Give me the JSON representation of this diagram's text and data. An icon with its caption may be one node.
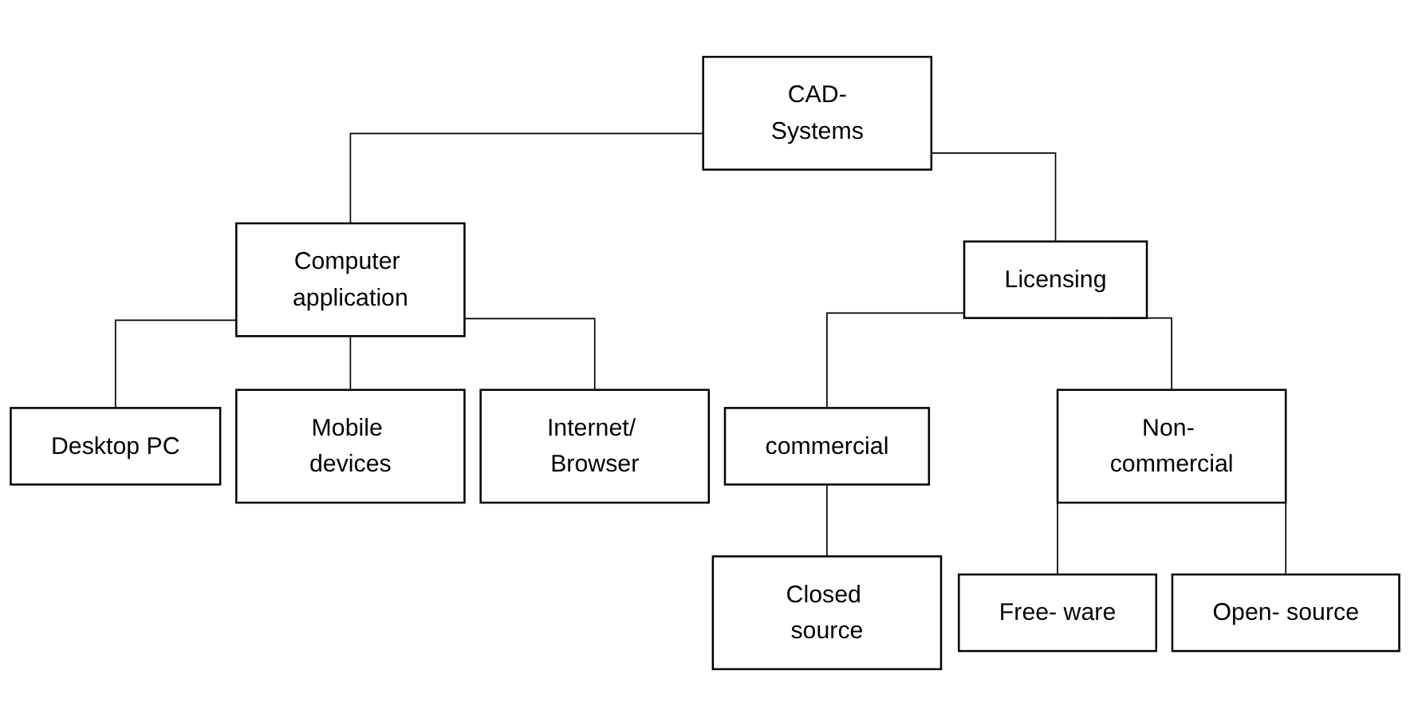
{
  "diagram": {
    "nodes": [
      {
        "text": [
          "CAD-Systems"
        ]
      },
      {
        "text": [
          "Computer application"
        ]
      },
      {
        "text": [
          "Licensing"
        ]
      },
      {
        "text": [
          "Desktop PC"
        ]
      },
      {
        "text": [
          "Mobile devices"
        ]
      },
      {
        "text": [
          "Internet/ Browser"
        ]
      },
      {
        "text": [
          "commercial"
        ]
      },
      {
        "text": [
          "Non- commercial"
        ]
      },
      {
        "text": [
          "Closed source"
        ]
      },
      {
        "text": [
          "Free- ware"
        ]
      },
      {
        "text": [
          "Open- source"
        ]
      }
    ],
    "edges": [
      {
        "from": 0,
        "to": 1,
        "arrow": "none"
      },
      {
        "from": 0,
        "to": 2,
        "arrow": "none"
      },
      {
        "from": 1,
        "to": 3,
        "arrow": "none"
      },
      {
        "from": 1,
        "to": 4,
        "arrow": "none"
      },
      {
        "from": 1,
        "to": 5,
        "arrow": "none"
      },
      {
        "from": 2,
        "to": 6,
        "arrow": "none"
      },
      {
        "from": 2,
        "to": 7,
        "arrow": "none"
      },
      {
        "from": 6,
        "to": 8,
        "arrow": "none"
      },
      {
        "from": 7,
        "to": 9,
        "arrow": "none"
      },
      {
        "from": 7,
        "to": 10,
        "arrow": "none"
      }
    ]
  }
}
